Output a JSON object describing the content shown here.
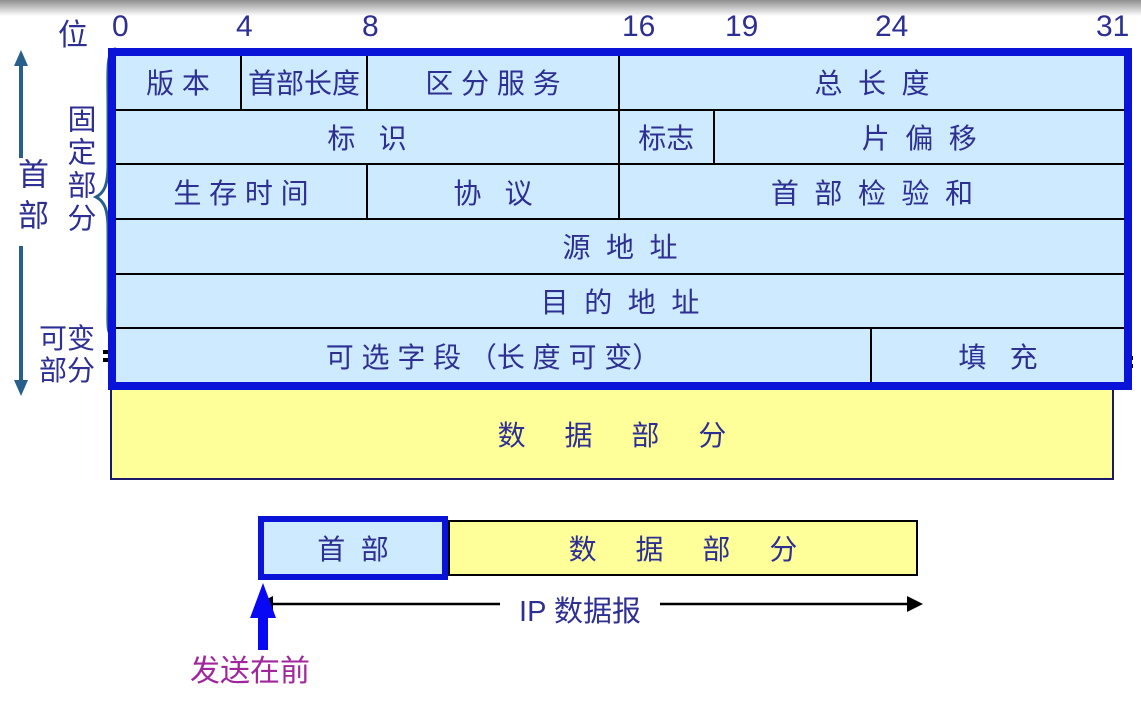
{
  "bit_scale": {
    "unit_label": "位",
    "ticks": {
      "t0": "0",
      "t4": "4",
      "t8": "8",
      "t16": "16",
      "t19": "19",
      "t24": "24",
      "t31": "31"
    }
  },
  "header_fields": {
    "version": "版 本",
    "header_length": "首部长度",
    "dscp": "区 分 服 务",
    "total_length": "总  长  度",
    "identification": "标   识",
    "flags": "标志",
    "fragment_offset": "片  偏  移",
    "ttl": "生 存 时 间",
    "protocol": "协   议",
    "header_checksum": "首  部  检  验  和",
    "source_address": "源  地  址",
    "destination_address": "目  的  地  址",
    "options": "可 选 字 段 （长 度 可 变）",
    "padding": "填   充"
  },
  "side_labels": {
    "header": "首部",
    "fixed_part": "固定部分",
    "variable_part": "可变部分"
  },
  "data_section": {
    "label": "数     据     部     分"
  },
  "datagram_bar": {
    "header": "首  部",
    "data": "数     据     部     分",
    "span_label": "IP 数据报",
    "send_first": "发送在前"
  },
  "colors": {
    "cell_fill": "#cdeaff",
    "data_fill": "#ffff99",
    "frame_blue": "#0a14d8",
    "text_navy": "#2d2f92",
    "arrow_steel": "#285f8c",
    "send_purple": "#a0269c",
    "send_arrow_blue": "#0808f5"
  }
}
